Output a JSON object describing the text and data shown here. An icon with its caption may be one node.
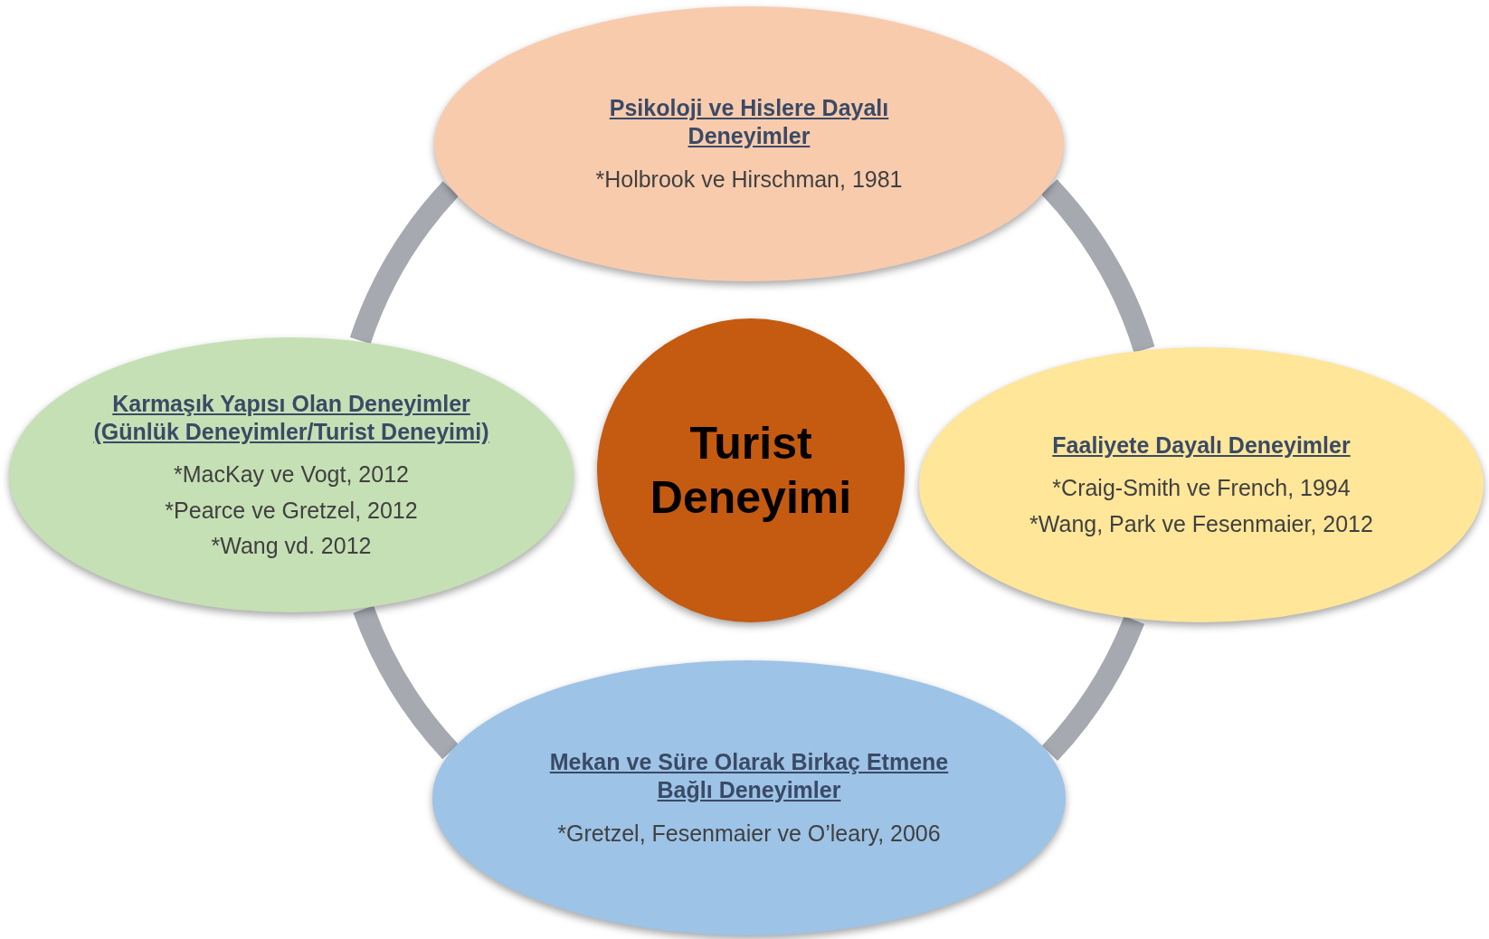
{
  "diagram": {
    "nodes": [
      {
        "text": [
          "Psikoloji ve Hislere Dayalı Deneyimler",
          "*Holbrook ve Hirschman, 1981"
        ]
      },
      {
        "text": [
          "Karmaşık Yapısı Olan Deneyimler (Günlük Deneyimler/Turist Deneyimi)",
          "*MacKay ve Vogt, 2012",
          "*Pearce ve Gretzel, 2012",
          "*Wang vd. 2012"
        ]
      },
      {
        "text": [
          "Turist Deneyimi"
        ]
      },
      {
        "text": [
          "Faaliyete Dayalı Deneyimler",
          "*Craig-Smith ve French, 1994",
          "*Wang, Park ve Fesenmaier, 2012"
        ]
      },
      {
        "text": [
          "Mekan ve Süre Olarak Birkaç Etmene Bağlı Deneyimler",
          "*Gretzel, Fesenmaier ve O’leary, 2006"
        ]
      }
    ],
    "edges": [
      {
        "from": 0,
        "to": 3,
        "arrow": "none"
      },
      {
        "from": 3,
        "to": 4,
        "arrow": "none"
      },
      {
        "from": 4,
        "to": 1,
        "arrow": "none"
      },
      {
        "from": 1,
        "to": 0,
        "arrow": "none"
      }
    ]
  }
}
